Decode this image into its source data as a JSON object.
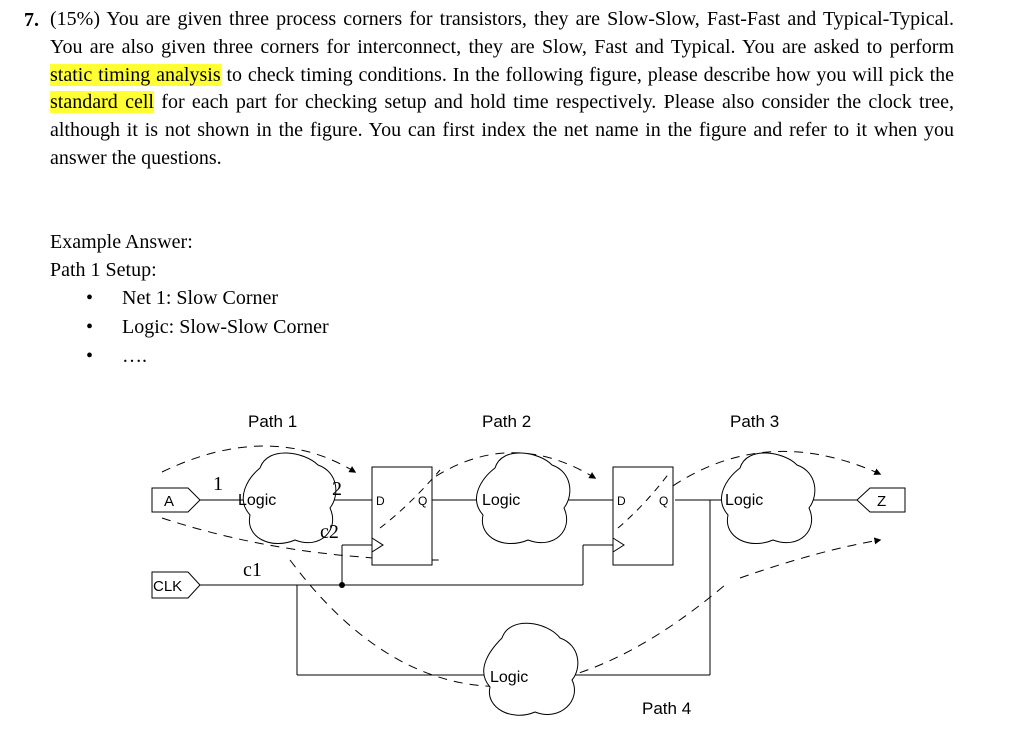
{
  "question": {
    "number": "7.",
    "pre": "(15%) You are given three process corners for transistors, they are Slow-Slow, Fast-Fast and Typical-Typical. You are also given three corners for interconnect, they are Slow, Fast and Typical. You are asked to perform ",
    "hl1": "static timing analysis",
    "mid": " to check timing conditions. In the following figure, please describe how you will pick the ",
    "hl2": "standard cell",
    "post": " for each part for checking setup and hold time respectively. Please also consider the clock tree, although it is not shown in the figure. You can first index the net name in the figure and refer to it when you answer the questions."
  },
  "example": {
    "heading": "Example Answer:",
    "subheading": "Path 1 Setup:",
    "bullet_glyph": "•",
    "bullets": [
      "Net 1: Slow Corner",
      "Logic: Slow-Slow Corner",
      "…."
    ]
  },
  "figure": {
    "path1": "Path 1",
    "path2": "Path 2",
    "path3": "Path 3",
    "path4": "Path 4",
    "input_a": "A",
    "input_clk": "CLK",
    "output_z": "Z",
    "logic1": "Logic",
    "logic2": "Logic",
    "logic3": "Logic",
    "logic4": "Logic",
    "ff_d": "D",
    "ff_q": "Q",
    "net1": "1",
    "net2": "2",
    "net_c1": "c1",
    "net_c2": "c2"
  }
}
